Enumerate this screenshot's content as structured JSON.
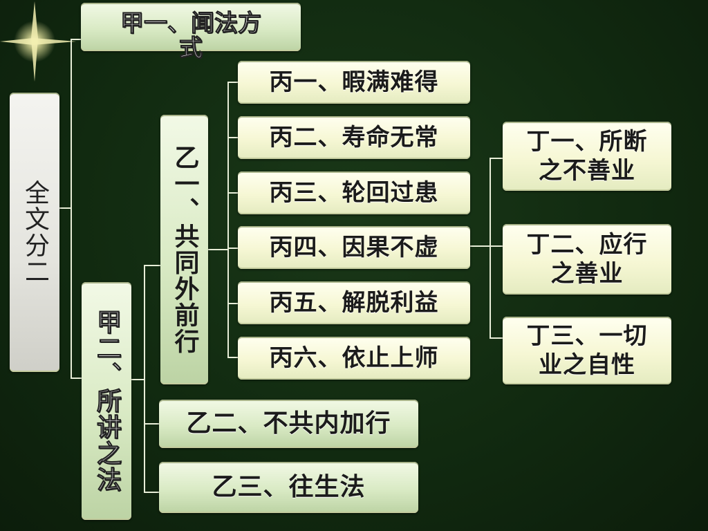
{
  "root": {
    "label": "全文分二"
  },
  "branch_1": {
    "label": "甲一、闻法方式"
  },
  "branch_2": {
    "label": "甲二、所讲之法"
  },
  "yi_1": {
    "label": "乙一、共同外前行"
  },
  "yi_2": {
    "label": "乙二、不共内加行"
  },
  "yi_3": {
    "label": "乙三、往生法"
  },
  "bing": [
    {
      "label": "丙一、暇满难得"
    },
    {
      "label": "丙二、寿命无常"
    },
    {
      "label": "丙三、轮回过患"
    },
    {
      "label": "丙四、因果不虚"
    },
    {
      "label": "丙五、解脱利益"
    },
    {
      "label": "丙六、依止上师"
    }
  ],
  "ding": [
    {
      "label": "丁一、所断之不善业"
    },
    {
      "label": "丁二、应行之善业"
    },
    {
      "label": "丁三、一切业之自性"
    }
  ],
  "colors": {
    "background": "#112a10",
    "box_fill": "#f6f7d4",
    "connector": "#e8eed8",
    "star": "#f6f2a8"
  }
}
